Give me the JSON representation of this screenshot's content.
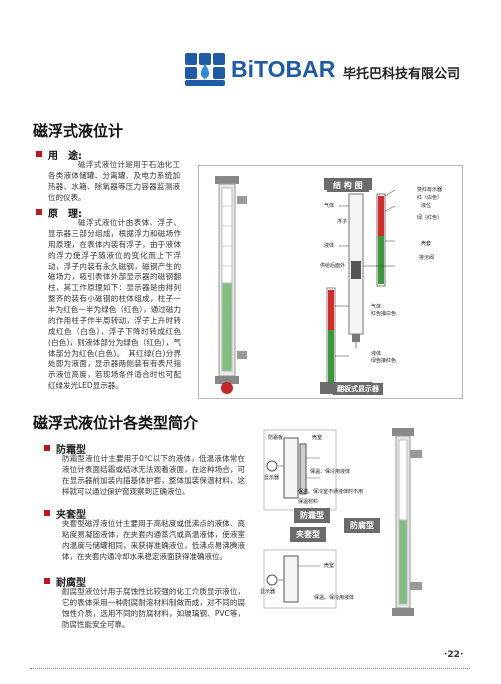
{
  "brand": {
    "name_en": "BiTOBAR",
    "name_cn": "毕托巴科技有限公司"
  },
  "section1": {
    "title": "磁浮式液位计",
    "use_label": "用　途:",
    "use_text": "磁浮式液位计是用于石油化工各类液体储罐、分离罐、及电力系统加热器、水箱、除氧器等压力容器监测液位的仪表。",
    "principle_label": "原　理:",
    "principle_text": "磁浮式液位计由表体、浮子、显示器三部分组成，根据浮力和磁场作用原理，在表体内装有浮子，由于液体的浮力使浮子随液位的变化而上下浮动，浮子内装有永久磁钢，磁钢产生的磁场力，吸引表体外部显示器的磁钢翻柱，其工作原理如下：显示器是由排列整齐的装有小磁钢的柱体组成，柱子一半为红色一半为绿色（红色），通过磁力的作用柱子作半周转动，浮子上升时转成红色（白色），浮子下降时转成红色(白色)，则液体部分为绿色（红色），气体部分为红色(白色)。　其红绿(白)分界处即为液面，显示器两侧装有有表尺指示液位高度，若现场条件适合时也可配红绿发光LED显示器。"
  },
  "figure1": {
    "structure_title": "结 构 图",
    "flap_title": "翻板式显示器",
    "labels": {
      "gas": "气体",
      "liquid": "液体",
      "float": "浮子",
      "drain": "供给后面外",
      "transmitter": "变红有示器",
      "red_white": "红（白色）",
      "liquid_right": "液位",
      "green_red": "绿（红色）",
      "housing": "壳套",
      "drain_valve": "排污阀",
      "gas_red": "气体",
      "gas_red2": "红色接白色",
      "liq_green": "液体",
      "liq_green2": "绿色接红色"
    }
  },
  "section2": {
    "title": "磁浮式液位计各类型简介",
    "frost_label": "防霜型",
    "frost_text": "防霜型液位计主要用于0℃以下的液体，低温液体常在液位计表面结霜或结冰无法观看液面，在这种场合，可在显示器前加装内插基体护套，整体加装保温材料，这样就可以通过保护窗观察到正确液位。",
    "jacket_label": "夹套型",
    "jacket_text": "夹套型磁浮液位计主要用于高粘度或低沸点的液体、高粘度易凝固液体，在夹套内通蒸汽或高温液体，使液室内温度与储罐相同，来获得准确液位，低沸点易沸腾液体，在夹套内通冷却水来稳定液面获得准确液位。",
    "anti_label": "耐腐型",
    "anti_text": "耐腐型液位计用于腐蚀性比较强的化工介质显示液位，它的表体采用一种耐腐耐溶材料制做而成，对不同的腐蚀性介质，选用不同的防腐材料，如玻璃钢、PVC等，防腐性能安全可靠。"
  },
  "figure2": {
    "frost_tag": "防霜型",
    "jacket_tag": "夹套型",
    "anti_tag": "防腐型",
    "labels": {
      "flap": "防霜板",
      "housing": "壳室",
      "display": "显示器",
      "heat_insulation": "保温、保冷用液体",
      "insulation_pad": "保温、保冷室不通液体时不用",
      "insulation_mat": "保温材料",
      "housing2": "壳室",
      "display2": "显示器",
      "insulation_liquid": "保温、保冷用液体"
    }
  },
  "page": {
    "number": "·22·"
  },
  "colors": {
    "brand": "#1f5aa6",
    "bullet": "#c0161d",
    "red": "#d62b2b",
    "green": "#3a9a3a",
    "tag": "#6b6b6b"
  }
}
